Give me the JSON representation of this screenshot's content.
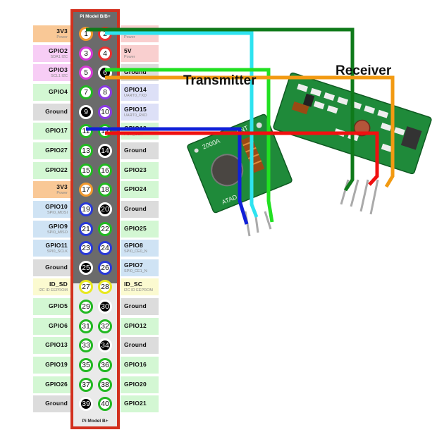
{
  "board": {
    "title_top": "Pi Model B/B+",
    "title_bottom": "Pi Model B+"
  },
  "module_labels": {
    "transmitter": "Transmitter",
    "receiver": "Receiver"
  },
  "colors": {
    "power3v3": "#f9c896",
    "power5v": "#f9cfcf",
    "i2c": "#f7cdf5",
    "gpio": "#d3f7d3",
    "ground": "#dcdcdc",
    "uart": "#dde0f7",
    "spi": "#cfe3f4",
    "eeprom": "#fbfad0",
    "wire_dark_green": "#0f7a1a",
    "wire_cyan": "#2ee3f0",
    "wire_green": "#22e022",
    "wire_orange": "#f29a12",
    "wire_blue": "#1020d8",
    "wire_red": "#f01010"
  },
  "pins": [
    {
      "n": 1,
      "name": "3V3",
      "sub": "Power",
      "type": "power3v3",
      "ring": "#f29a2e"
    },
    {
      "n": 2,
      "name": "5V",
      "sub": "Power",
      "type": "power5v",
      "ring": "#e83030"
    },
    {
      "n": 3,
      "name": "GPIO2",
      "sub": "SDA1 I2C",
      "type": "i2c",
      "ring": "#d63ad6"
    },
    {
      "n": 4,
      "name": "5V",
      "sub": "Power",
      "type": "power5v",
      "ring": "#e83030"
    },
    {
      "n": 5,
      "name": "GPIO3",
      "sub": "SCL1 I2C",
      "type": "i2c",
      "ring": "#d63ad6"
    },
    {
      "n": 6,
      "name": "Ground",
      "sub": "",
      "type": "ground",
      "ring": "#000"
    },
    {
      "n": 7,
      "name": "GPIO4",
      "sub": "",
      "type": "gpio",
      "ring": "#22b822"
    },
    {
      "n": 8,
      "name": "GPIO14",
      "sub": "UART0_TXD",
      "type": "uart",
      "ring": "#8a3ae0"
    },
    {
      "n": 9,
      "name": "Ground",
      "sub": "",
      "type": "ground",
      "ring": "#000"
    },
    {
      "n": 10,
      "name": "GPIO15",
      "sub": "UART0_RXD",
      "type": "uart",
      "ring": "#8a3ae0"
    },
    {
      "n": 11,
      "name": "GPIO17",
      "sub": "",
      "type": "gpio",
      "ring": "#22b822"
    },
    {
      "n": 12,
      "name": "GPIO18",
      "sub": "PCM_CLK",
      "type": "gpio",
      "ring": "#22b822"
    },
    {
      "n": 13,
      "name": "GPIO27",
      "sub": "",
      "type": "gpio",
      "ring": "#22b822"
    },
    {
      "n": 14,
      "name": "Ground",
      "sub": "",
      "type": "ground",
      "ring": "#000"
    },
    {
      "n": 15,
      "name": "GPIO22",
      "sub": "",
      "type": "gpio",
      "ring": "#22b822"
    },
    {
      "n": 16,
      "name": "GPIO23",
      "sub": "",
      "type": "gpio",
      "ring": "#22b822"
    },
    {
      "n": 17,
      "name": "3V3",
      "sub": "Power",
      "type": "power3v3",
      "ring": "#f29a2e"
    },
    {
      "n": 18,
      "name": "GPIO24",
      "sub": "",
      "type": "gpio",
      "ring": "#22b822"
    },
    {
      "n": 19,
      "name": "GPIO10",
      "sub": "SPI0_MOSI",
      "type": "spi",
      "ring": "#2a3ad6"
    },
    {
      "n": 20,
      "name": "Ground",
      "sub": "",
      "type": "ground",
      "ring": "#000"
    },
    {
      "n": 21,
      "name": "GPIO9",
      "sub": "SPI0_MISO",
      "type": "spi",
      "ring": "#2a3ad6"
    },
    {
      "n": 22,
      "name": "GPIO25",
      "sub": "",
      "type": "gpio",
      "ring": "#22b822"
    },
    {
      "n": 23,
      "name": "GPIO11",
      "sub": "SPI0_SCLK",
      "type": "spi",
      "ring": "#2a3ad6"
    },
    {
      "n": 24,
      "name": "GPIO8",
      "sub": "SPI0_CE0_N",
      "type": "spi",
      "ring": "#2a3ad6"
    },
    {
      "n": 25,
      "name": "Ground",
      "sub": "",
      "type": "ground",
      "ring": "#000"
    },
    {
      "n": 26,
      "name": "GPIO7",
      "sub": "SPI0_CE1_N",
      "type": "spi",
      "ring": "#2a3ad6"
    },
    {
      "n": 27,
      "name": "ID_SD",
      "sub": "I2C ID EEPROM",
      "type": "eeprom",
      "ring": "#e8e820"
    },
    {
      "n": 28,
      "name": "ID_SC",
      "sub": "I2C ID EEPROM",
      "type": "eeprom",
      "ring": "#e8e820"
    },
    {
      "n": 29,
      "name": "GPIO5",
      "sub": "",
      "type": "gpio",
      "ring": "#22b822"
    },
    {
      "n": 30,
      "name": "Ground",
      "sub": "",
      "type": "ground",
      "ring": "#000"
    },
    {
      "n": 31,
      "name": "GPIO6",
      "sub": "",
      "type": "gpio",
      "ring": "#22b822"
    },
    {
      "n": 32,
      "name": "GPIO12",
      "sub": "",
      "type": "gpio",
      "ring": "#22b822"
    },
    {
      "n": 33,
      "name": "GPIO13",
      "sub": "",
      "type": "gpio",
      "ring": "#22b822"
    },
    {
      "n": 34,
      "name": "Ground",
      "sub": "",
      "type": "ground",
      "ring": "#000"
    },
    {
      "n": 35,
      "name": "GPIO19",
      "sub": "",
      "type": "gpio",
      "ring": "#22b822"
    },
    {
      "n": 36,
      "name": "GPIO16",
      "sub": "",
      "type": "gpio",
      "ring": "#22b822"
    },
    {
      "n": 37,
      "name": "GPIO26",
      "sub": "",
      "type": "gpio",
      "ring": "#22b822"
    },
    {
      "n": 38,
      "name": "GPIO20",
      "sub": "",
      "type": "gpio",
      "ring": "#22b822"
    },
    {
      "n": 39,
      "name": "Ground",
      "sub": "",
      "type": "ground",
      "ring": "#000"
    },
    {
      "n": 40,
      "name": "GPIO21",
      "sub": "",
      "type": "gpio",
      "ring": "#22b822"
    }
  ],
  "wires": [
    {
      "from_pin": 1,
      "to": "receiver",
      "color_key": "wire_dark_green"
    },
    {
      "from_pin": 2,
      "to": "transmitter",
      "color_key": "wire_cyan"
    },
    {
      "from_pin": 6,
      "to": "transmitter",
      "color_key": "wire_green"
    },
    {
      "from_pin": 6,
      "to": "receiver",
      "color_key": "wire_orange"
    },
    {
      "from_pin": 11,
      "to": "transmitter",
      "color_key": "wire_blue"
    },
    {
      "from_pin": 12,
      "to": "receiver",
      "color_key": "wire_red"
    }
  ]
}
